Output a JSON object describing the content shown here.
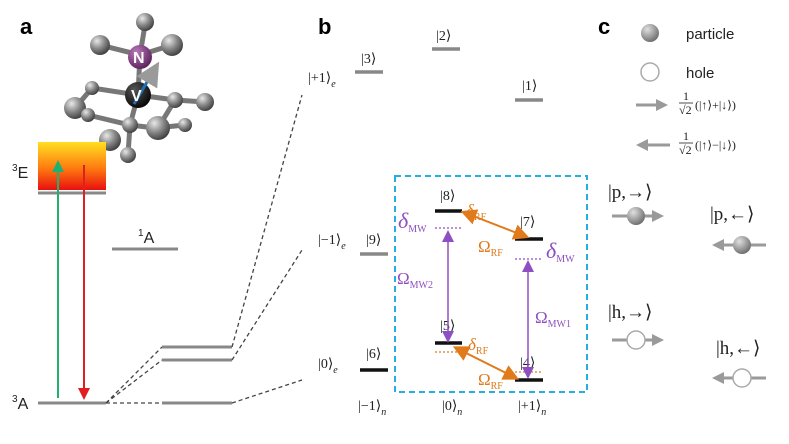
{
  "panels": {
    "a": "a",
    "b": "b",
    "c": "c"
  },
  "panel_a": {
    "excited_label": "E",
    "excited_mult": "3",
    "singlet_label": "A",
    "singlet_mult": "1",
    "ground_label": "A",
    "ground_mult": "3",
    "atom_N": "N",
    "atom_V": "V"
  },
  "panel_b": {
    "e_levels": [
      {
        "ket": "+1",
        "sub": "e"
      },
      {
        "ket": "−1",
        "sub": "e"
      },
      {
        "ket": "0",
        "sub": "e"
      }
    ],
    "top_states": [
      "3",
      "2",
      "1"
    ],
    "states": [
      "9",
      "8",
      "7",
      "6",
      "5",
      "4"
    ],
    "nuclear_labels": [
      {
        "ket": "−1",
        "sub": "n"
      },
      {
        "ket": "0",
        "sub": "n"
      },
      {
        "ket": "+1",
        "sub": "n"
      }
    ],
    "delta": "δ",
    "omega": "Ω",
    "sub_MW": "MW",
    "sub_RF": "RF",
    "sub_MW1": "MW1",
    "sub_MW2": "MW2",
    "colors": {
      "mw": "#8e4fc2",
      "rf": "#e07a1a",
      "box": "#27aee0"
    }
  },
  "panel_c": {
    "particle": "particle",
    "hole": "hole",
    "frac_num": "1",
    "frac_den": "√2",
    "sum_expr": "(|↑⟩+|↓⟩)",
    "diff_expr": "(|↑⟩−|↓⟩)",
    "kets": [
      "|p,→⟩",
      "|p,←⟩",
      "|h,→⟩",
      "|h,←⟩"
    ]
  }
}
